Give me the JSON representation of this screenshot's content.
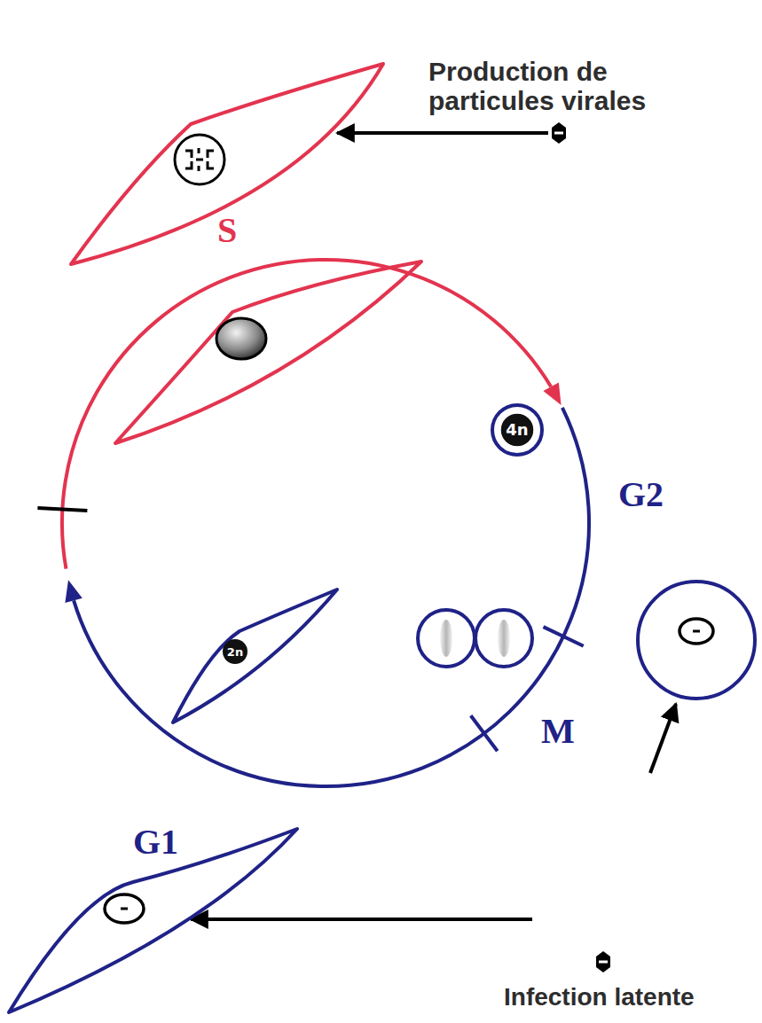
{
  "diagram": {
    "nodes": [
      {
        "text": [
          "Production de particules virales"
        ]
      },
      {
        "text": [
          "S"
        ]
      },
      {
        "text": [
          "4n"
        ]
      },
      {
        "text": [
          "2n"
        ]
      },
      {
        "text": [
          "G1"
        ]
      },
      {
        "text": [
          "Infection latente"
        ]
      }
    ],
    "edges": [
      {
        "from": 0,
        "to": 1,
        "arrow": "to"
      },
      {
        "from": 5,
        "to": 4,
        "arrow": "to"
      }
    ],
    "labels": [
      "G2",
      "M"
    ]
  }
}
